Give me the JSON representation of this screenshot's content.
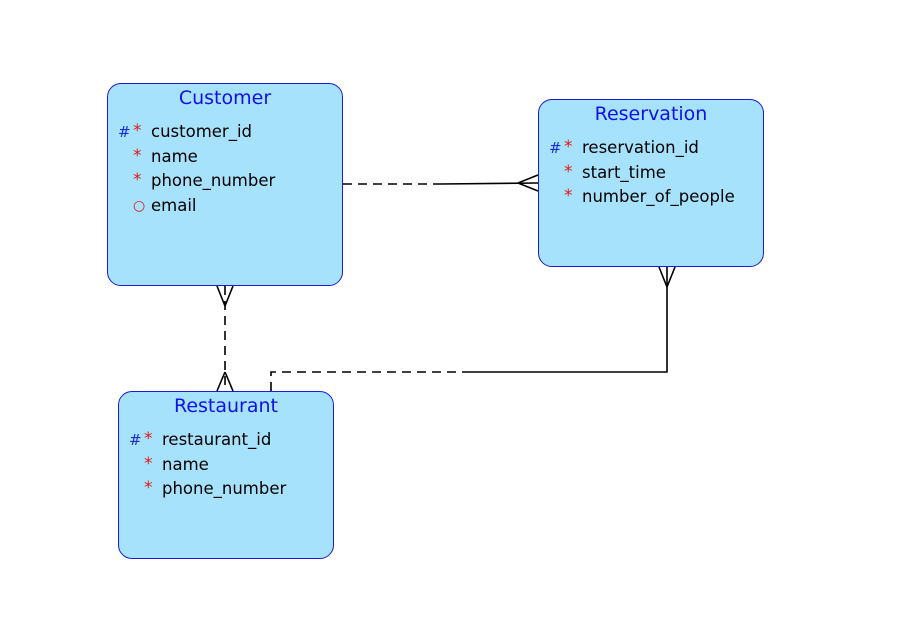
{
  "diagram": {
    "type": "er-diagram",
    "colors": {
      "entity_fill": "#a6e2fb",
      "entity_border": "#1c1cd6",
      "entity_title": "#1010e8",
      "primary_key_marker": "#1c2dcc",
      "required_marker": "#e01a1a",
      "relationship_line": "#000000"
    },
    "entities": [
      {
        "id": "customer",
        "title": "Customer",
        "attributes": [
          {
            "pk": "#",
            "flag": "*",
            "name": "customer_id"
          },
          {
            "pk": "",
            "flag": "*",
            "name": "name"
          },
          {
            "pk": "",
            "flag": "*",
            "name": "phone_number"
          },
          {
            "pk": "",
            "flag": "○",
            "name": "email"
          }
        ]
      },
      {
        "id": "reservation",
        "title": "Reservation",
        "attributes": [
          {
            "pk": "#",
            "flag": "*",
            "name": "reservation_id"
          },
          {
            "pk": "",
            "flag": "*",
            "name": "start_time"
          },
          {
            "pk": "",
            "flag": "*",
            "name": "number_of_people"
          }
        ]
      },
      {
        "id": "restaurant",
        "title": "Restaurant",
        "attributes": [
          {
            "pk": "#",
            "flag": "*",
            "name": "restaurant_id"
          },
          {
            "pk": "",
            "flag": "*",
            "name": "name"
          },
          {
            "pk": "",
            "flag": "*",
            "name": "phone_number"
          }
        ]
      }
    ],
    "relationships": [
      {
        "from": "customer",
        "to": "reservation",
        "from_end": "one-optional",
        "to_end": "many-mandatory"
      },
      {
        "from": "customer",
        "to": "restaurant",
        "from_end": "many-optional",
        "to_end": "many-optional"
      },
      {
        "from": "restaurant",
        "to": "reservation",
        "from_end": "one-optional",
        "to_end": "many-mandatory"
      }
    ]
  }
}
